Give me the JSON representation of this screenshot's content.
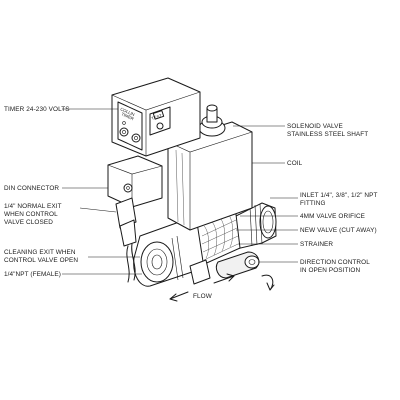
{
  "labels": {
    "timer": "TIMER 24-230 VOLTS",
    "solenoid_1": "SOLENOID VALVE",
    "solenoid_2": "STAINLESS STEEL SHAFT",
    "coil": "COIL",
    "din": "DIN CONNECTOR",
    "normal_exit_1": "1/4\" NORMAL EXIT",
    "normal_exit_2": "WHEN CONTROL",
    "normal_exit_3": "VALVE CLOSED",
    "inlet_1": "INLET 1/4\", 3/8\", 1/2\" NPT",
    "inlet_2": "FITTING",
    "orifice": "4MM VALVE ORIFICE",
    "new_valve": "NEW VALVE (CUT AWAY)",
    "strainer": "STRAINER",
    "cleaning_1": "CLEANING EXIT WHEN",
    "cleaning_2": "CONTROL VALVE OPEN",
    "npt_female": "1/4\"NPT (FEMALE)",
    "direction_1": "DIRECTION CONTROL",
    "direction_2": "IN OPEN POSITION",
    "flow": "FLOW"
  },
  "timer_face": {
    "line1": "COLLIN",
    "line2": "TIMER",
    "badge": "TEST"
  },
  "colors": {
    "ink": "#1a1a1a",
    "paper": "#ffffff"
  }
}
